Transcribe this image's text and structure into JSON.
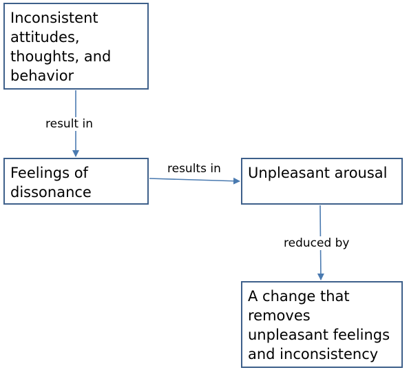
{
  "colors": {
    "border": "#3d5f8a",
    "arrow": "#4a7ab0",
    "text": "#000000",
    "background": "#ffffff"
  },
  "nodes": [
    {
      "id": "inconsistent",
      "lines": [
        "Inconsistent",
        "attitudes,",
        "thoughts, and",
        "behavior"
      ]
    },
    {
      "id": "feelings",
      "lines": [
        "Feelings of",
        "dissonance"
      ]
    },
    {
      "id": "arousal",
      "lines": [
        "Unpleasant arousal"
      ]
    },
    {
      "id": "change",
      "lines": [
        "A change that",
        "removes",
        "unpleasant feelings",
        "and inconsistency"
      ]
    }
  ],
  "edges": [
    {
      "from": "inconsistent",
      "to": "feelings",
      "label": "result in"
    },
    {
      "from": "feelings",
      "to": "arousal",
      "label": "results in"
    },
    {
      "from": "arousal",
      "to": "change",
      "label": "reduced by"
    }
  ]
}
